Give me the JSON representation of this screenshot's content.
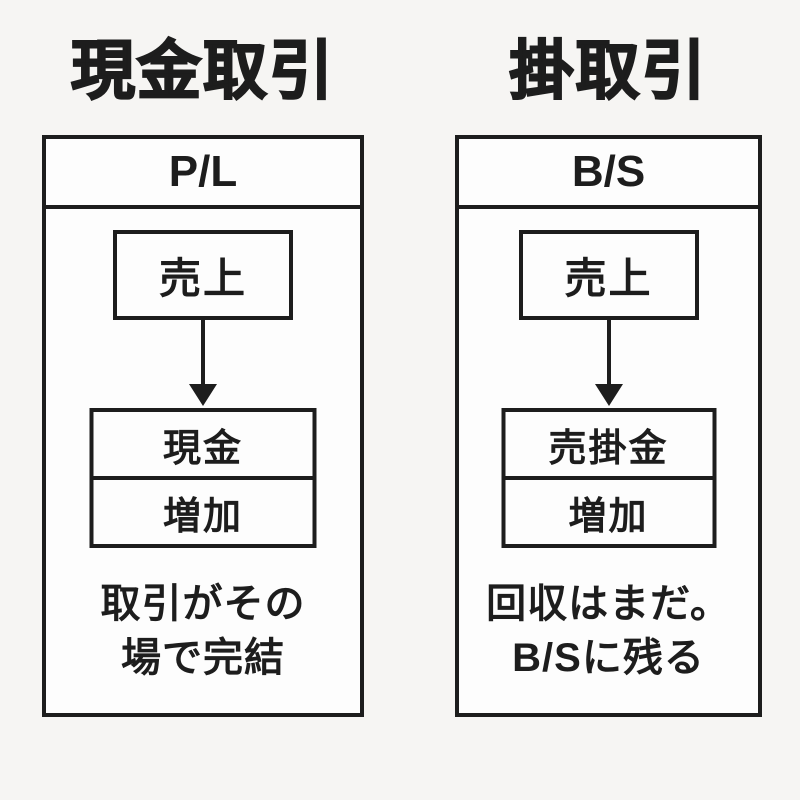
{
  "colors": {
    "background": "#f6f5f3",
    "ink": "#1d1d1d",
    "panel": "#fdfdfd"
  },
  "columns": [
    {
      "title": "現金取引",
      "statement": "P/L",
      "top_box": "売上",
      "account_name": "現金",
      "account_change": "増加",
      "caption_line1": "取引がその",
      "caption_line2": "場で完結"
    },
    {
      "title": "掛取引",
      "statement": "B/S",
      "top_box": "売上",
      "account_name": "売掛金",
      "account_change": "増加",
      "caption_line1": "回収はまだ。",
      "caption_line2": "B/Sに残る"
    }
  ]
}
